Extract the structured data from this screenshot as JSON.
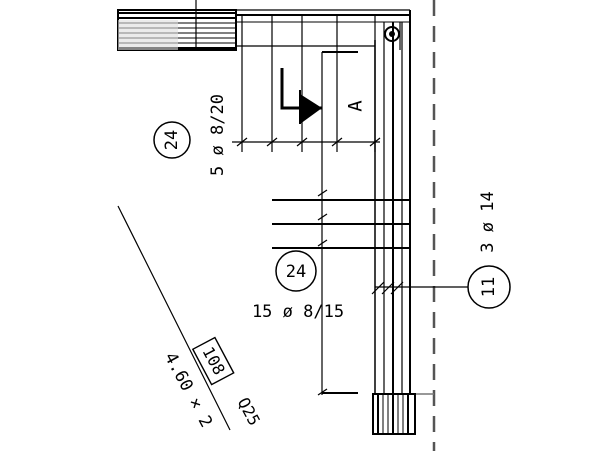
{
  "callouts": [
    {
      "number": "24"
    },
    {
      "number": "24"
    },
    {
      "number": "11"
    }
  ],
  "labels": {
    "rebar_vertical_a": "5 ø 8/20",
    "rebar_horizontal": "15 ø 8/15",
    "rebar_vertical_b": "3 ø 14",
    "section_marker": "A",
    "slab_ref": "108",
    "slab_dims": "4.60 × 2",
    "concrete": "Q25"
  }
}
